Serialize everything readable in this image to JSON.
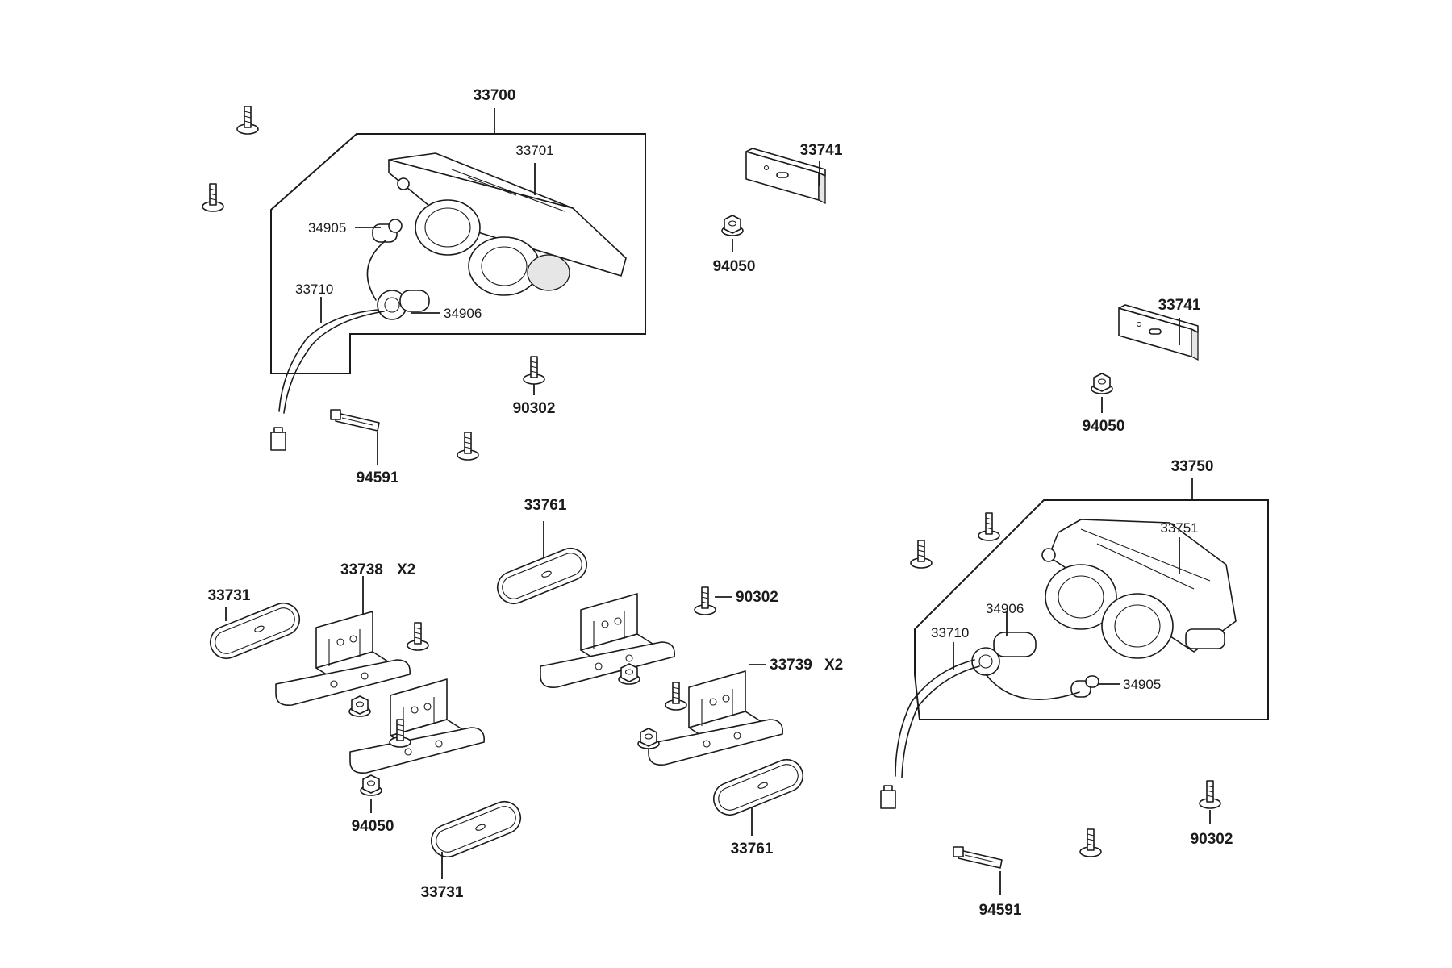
{
  "labels": {
    "asm_left": "33700",
    "lens_left": "33701",
    "bulb_small_left": "34905",
    "harness_left": "33710",
    "bulb_large_left": "34906",
    "bolt_mid_top": "90302",
    "band_left": "94591",
    "reflector_top": "33741",
    "nut_top": "94050",
    "reflector_right": "33741",
    "nut_right": "94050",
    "asm_right": "33750",
    "lens_right": "33751",
    "bulb_large_right": "34906",
    "harness_right": "33710",
    "bulb_small_right": "34905",
    "bolt_right": "90302",
    "band_right": "94591",
    "lamp_top_mid": "33761",
    "bracket_left": "33738",
    "bracket_left_qty": "X2",
    "lamp_left": "33731",
    "bolt_mid": "90302",
    "bracket_mid": "33739",
    "bracket_mid_qty": "X2",
    "nut_bottom": "94050",
    "lamp_bottom_left": "33731",
    "lamp_bottom_mid": "33761"
  },
  "icons": {
    "bolt": "flange-bolt-icon",
    "nut": "flange-nut-icon",
    "band": "cable-band-icon",
    "connector": "connector-plug-icon"
  }
}
